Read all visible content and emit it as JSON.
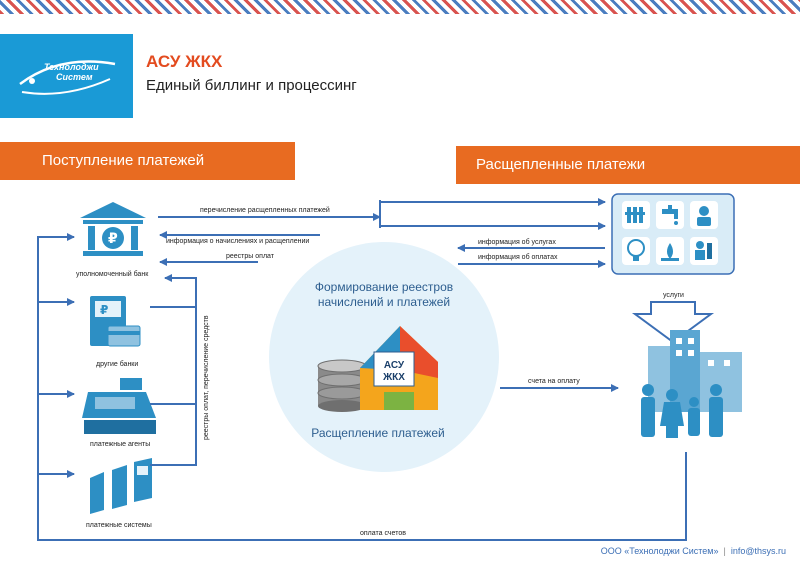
{
  "header": {
    "logo_line1": "Технолоджи",
    "logo_line2": "Систем",
    "title": "АСУ ЖКХ",
    "subtitle": "Единый биллинг и процессинг"
  },
  "bands": {
    "left": "Поступление платежей",
    "right": "Расщепленные платежи"
  },
  "entities": {
    "bank": "уполномоченный банк",
    "other_banks": "другие банки",
    "agents": "платежные агенты",
    "systems": "платежные системы"
  },
  "flows": {
    "transfer_split": "перечисление расщепленных платежей",
    "info_accruals": "информация о начислениях и расщеплении",
    "registers": "реестры оплат",
    "registers_vertical": "реестры оплат, перечисление средств",
    "info_services": "информация об услугах",
    "info_payments": "информация об оплатах",
    "services": "услуги",
    "invoices": "счета на оплату",
    "payment_of_invoices": "оплата счетов"
  },
  "center": {
    "top_line1": "Формирование реестров",
    "top_line2": "начислений и платежей",
    "badge_line1": "АСУ",
    "badge_line2": "ЖКХ",
    "bottom": "Расщепление платежей"
  },
  "footer": {
    "company": "ООО «Технолоджи Систем»",
    "separator": "|",
    "email": "info@thsys.ru"
  },
  "colors": {
    "accent_orange": "#e86b21",
    "title_red": "#e34b1f",
    "line_blue": "#3c6fb5",
    "icon_blue": "#2d8fc4",
    "circle": "#e4f2fa"
  }
}
